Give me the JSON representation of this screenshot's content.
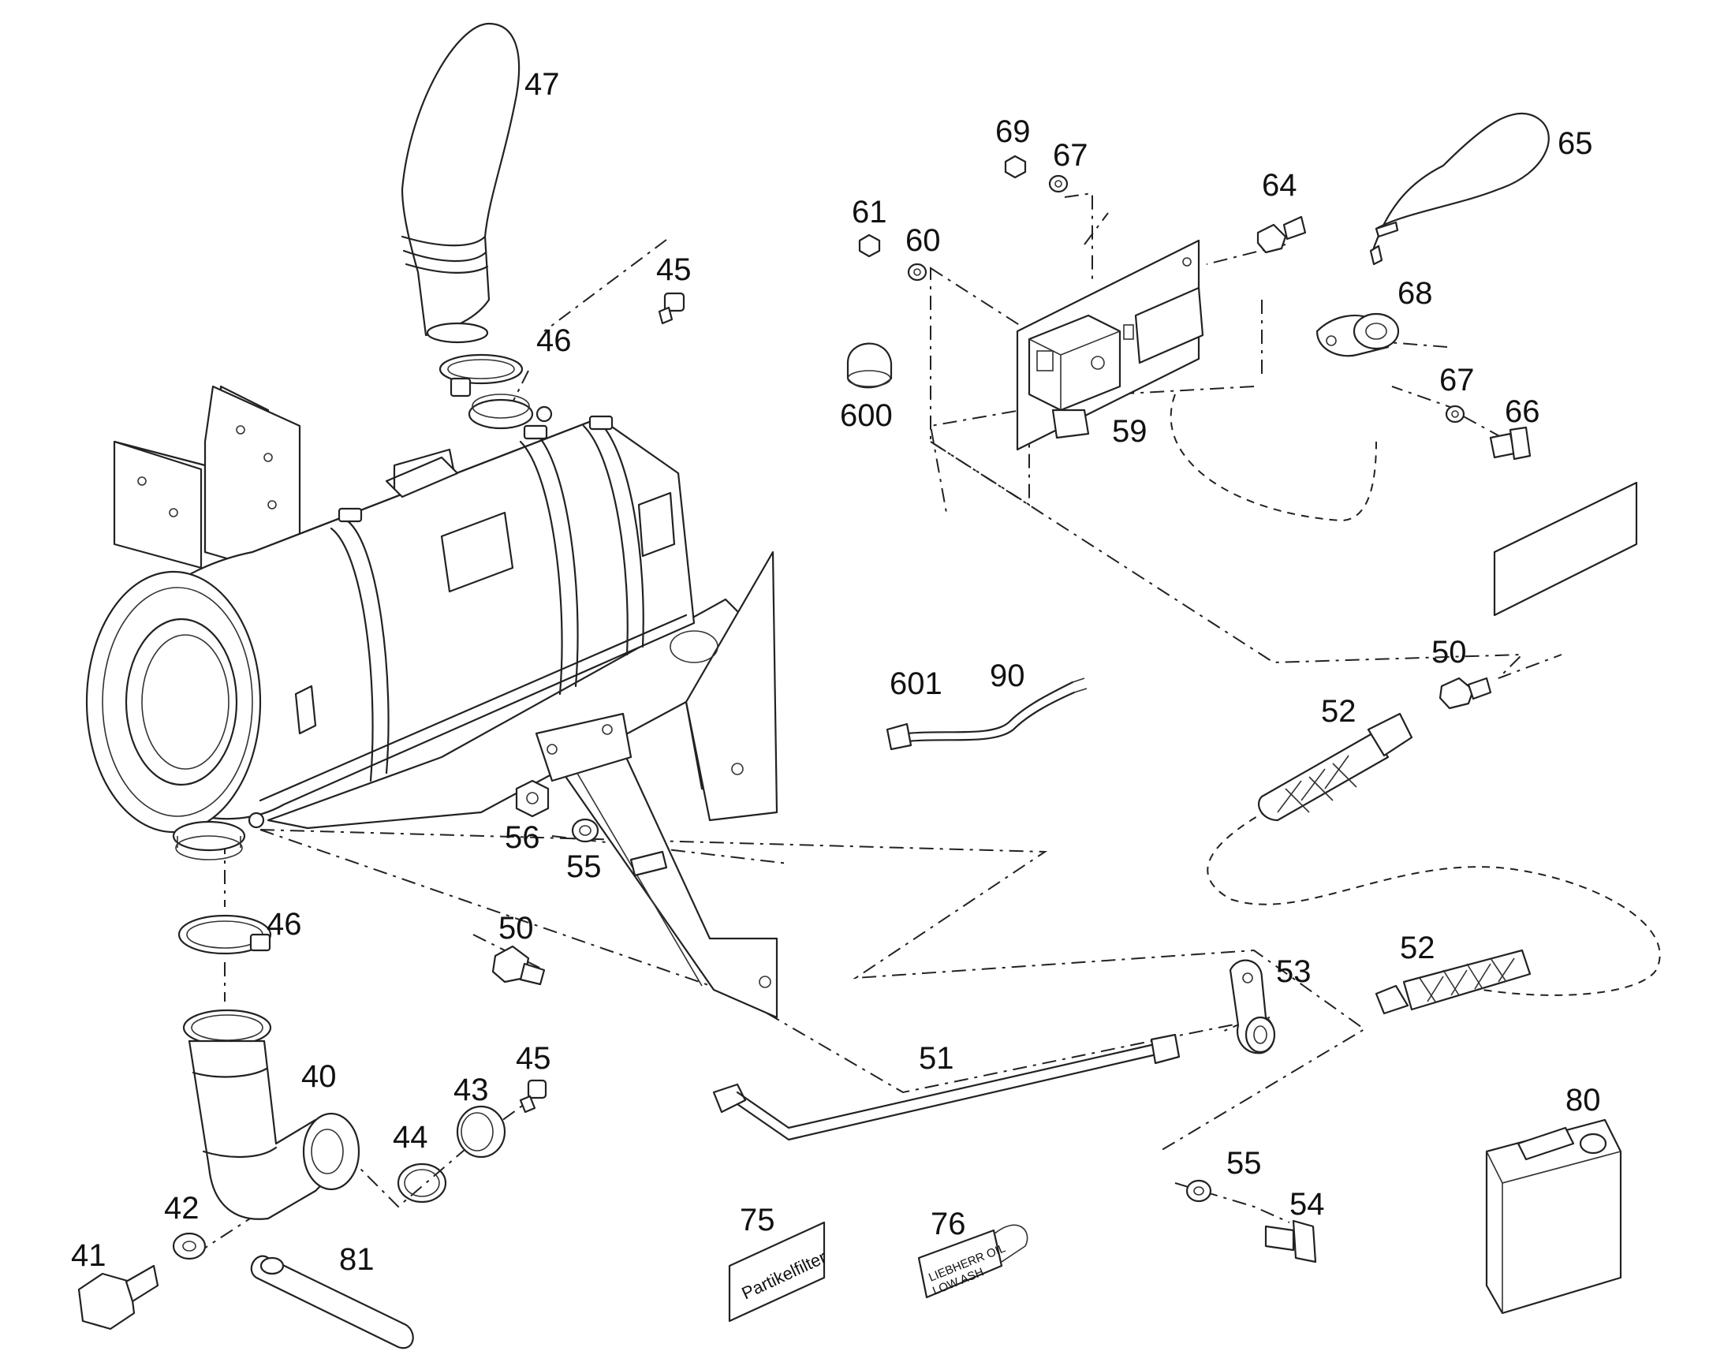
{
  "labels": {
    "p40": "40",
    "p41": "41",
    "p42": "42",
    "p43": "43",
    "p44": "44",
    "p45a": "45",
    "p45b": "45",
    "p46a": "46",
    "p46b": "46",
    "p47": "47",
    "p50a": "50",
    "p50b": "50",
    "p51": "51",
    "p52a": "52",
    "p52b": "52",
    "p53": "53",
    "p54": "54",
    "p55a": "55",
    "p55b": "55",
    "p56": "56",
    "p59": "59",
    "p60": "60",
    "p61": "61",
    "p64": "64",
    "p65": "65",
    "p66": "66",
    "p67a": "67",
    "p67b": "67",
    "p68": "68",
    "p69": "69",
    "p75": "75",
    "p76": "76",
    "p80": "80",
    "p81": "81",
    "p90": "90",
    "p600": "600",
    "p601": "601"
  },
  "decals": {
    "partikelfilter": "Partikelfilter",
    "oil_line1": "LIEBHERR OIL",
    "oil_line2": "LOW ASH"
  }
}
